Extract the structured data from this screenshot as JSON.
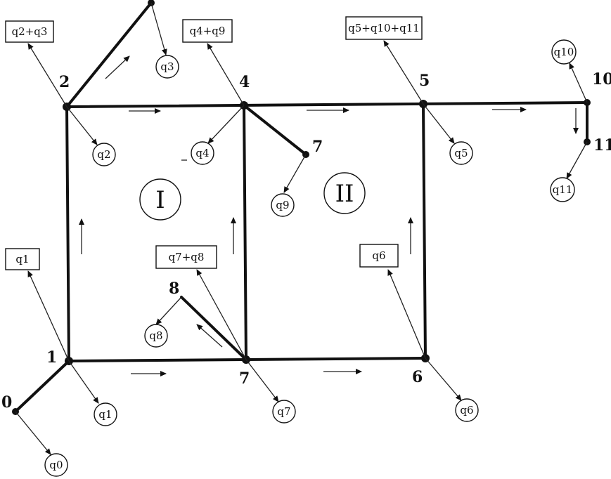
{
  "node_labels": {
    "n0": "0",
    "n1": "1",
    "n2": "2",
    "n4": "4",
    "n5": "5",
    "n6": "6",
    "n7a": "7",
    "n7b": "7",
    "n8": "8",
    "n10": "10",
    "n11": "11"
  },
  "boxes": {
    "b1": "q1",
    "b23": "q2+q3",
    "b49": "q4+q9",
    "b51011": "q5+q10+q11",
    "b78": "q7+q8",
    "b6": "q6"
  },
  "circles": {
    "c0": "q0",
    "c1": "q1",
    "c2": "q2",
    "c3": "q3",
    "c4": "q4",
    "c5": "q5",
    "c6": "q6",
    "c7": "q7",
    "c8": "q8",
    "c9": "q9",
    "c10": "q10",
    "c11": "q11"
  },
  "rings": {
    "ring1": "I",
    "ring2": "II"
  }
}
